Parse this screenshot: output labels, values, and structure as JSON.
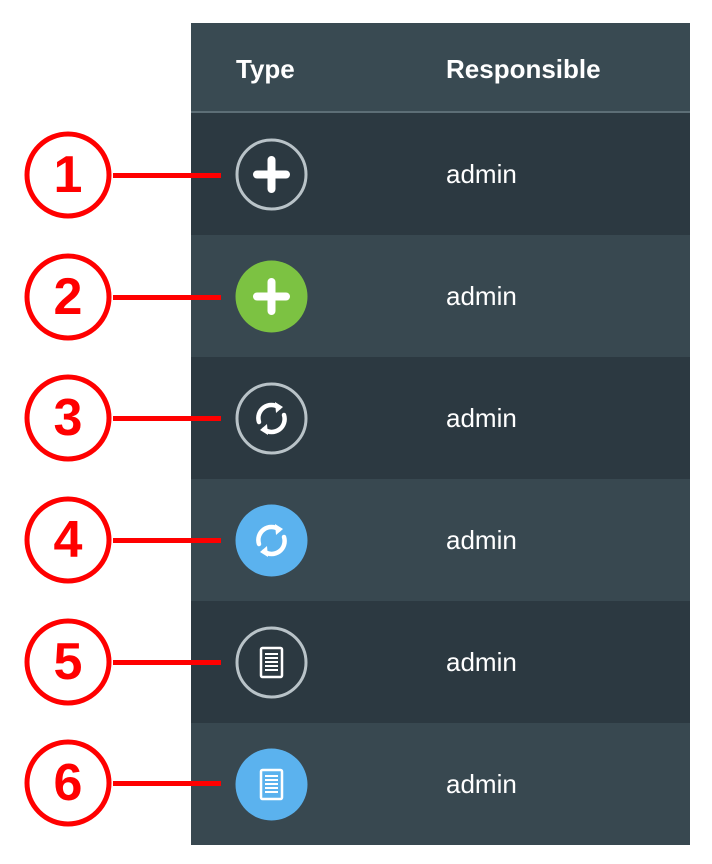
{
  "table": {
    "headers": {
      "type": "Type",
      "responsible": "Responsible"
    },
    "rows": [
      {
        "icon": "plus-outline-icon",
        "responsible": "admin"
      },
      {
        "icon": "plus-filled-green-icon",
        "responsible": "admin"
      },
      {
        "icon": "refresh-outline-icon",
        "responsible": "admin"
      },
      {
        "icon": "refresh-filled-blue-icon",
        "responsible": "admin"
      },
      {
        "icon": "document-outline-icon",
        "responsible": "admin"
      },
      {
        "icon": "document-filled-blue-icon",
        "responsible": "admin"
      }
    ]
  },
  "callouts": [
    "1",
    "2",
    "3",
    "4",
    "5",
    "6"
  ],
  "colors": {
    "callout": "#ff0000",
    "green_accent": "#7cc242",
    "blue_accent": "#5bb2ee",
    "row_dark": "#2c3941",
    "row_light": "#384850"
  }
}
